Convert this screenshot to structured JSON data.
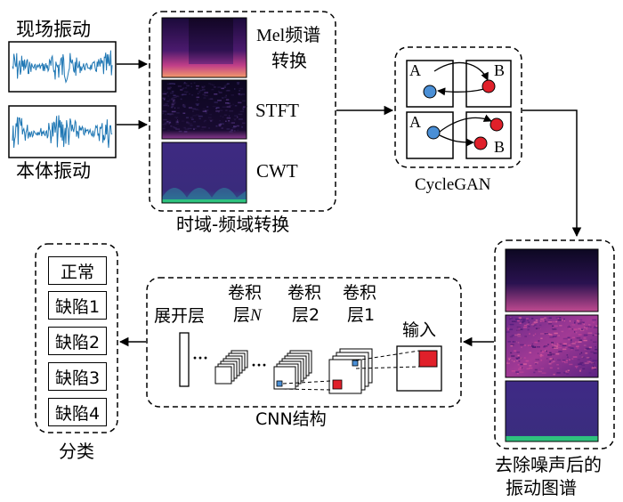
{
  "inputs": {
    "field_vibration": "现场振动",
    "body_vibration": "本体振动"
  },
  "tf_group": {
    "mel_line1": "Mel频谱",
    "mel_line2": "转换",
    "stft": "STFT",
    "cwt": "CWT",
    "caption": "时域-频域转换"
  },
  "cyclegan": {
    "caption": "CycleGAN",
    "domain_a": "A",
    "domain_b": "B"
  },
  "denoised": {
    "caption_line1": "去除噪声后的",
    "caption_line2": "振动图谱"
  },
  "cnn": {
    "caption": "CNN结构",
    "flatten": "展开层",
    "conv_n_line1": "卷积",
    "conv_n_line2_prefix": "层",
    "conv_n_line2_var": "N",
    "conv_2_line1": "卷积",
    "conv_2_line2": "层2",
    "conv_1_line1": "卷积",
    "conv_1_line2": "层1",
    "input": "输入",
    "dots": "···"
  },
  "classification": {
    "caption": "分类",
    "classes": [
      "正常",
      "缺陷1",
      "缺陷2",
      "缺陷3",
      "缺陷4"
    ]
  },
  "colors": {
    "waveform": "#1f77b4",
    "point_blue": "#4a8fd6",
    "point_red": "#e0202a",
    "mel_top": "#2a0c4e",
    "mel_mid": "#c43c8a",
    "spectrogram_dark": "#12082a",
    "cwt_fill": "#3b2a7a",
    "cwt_accent": "#2ec27e"
  }
}
